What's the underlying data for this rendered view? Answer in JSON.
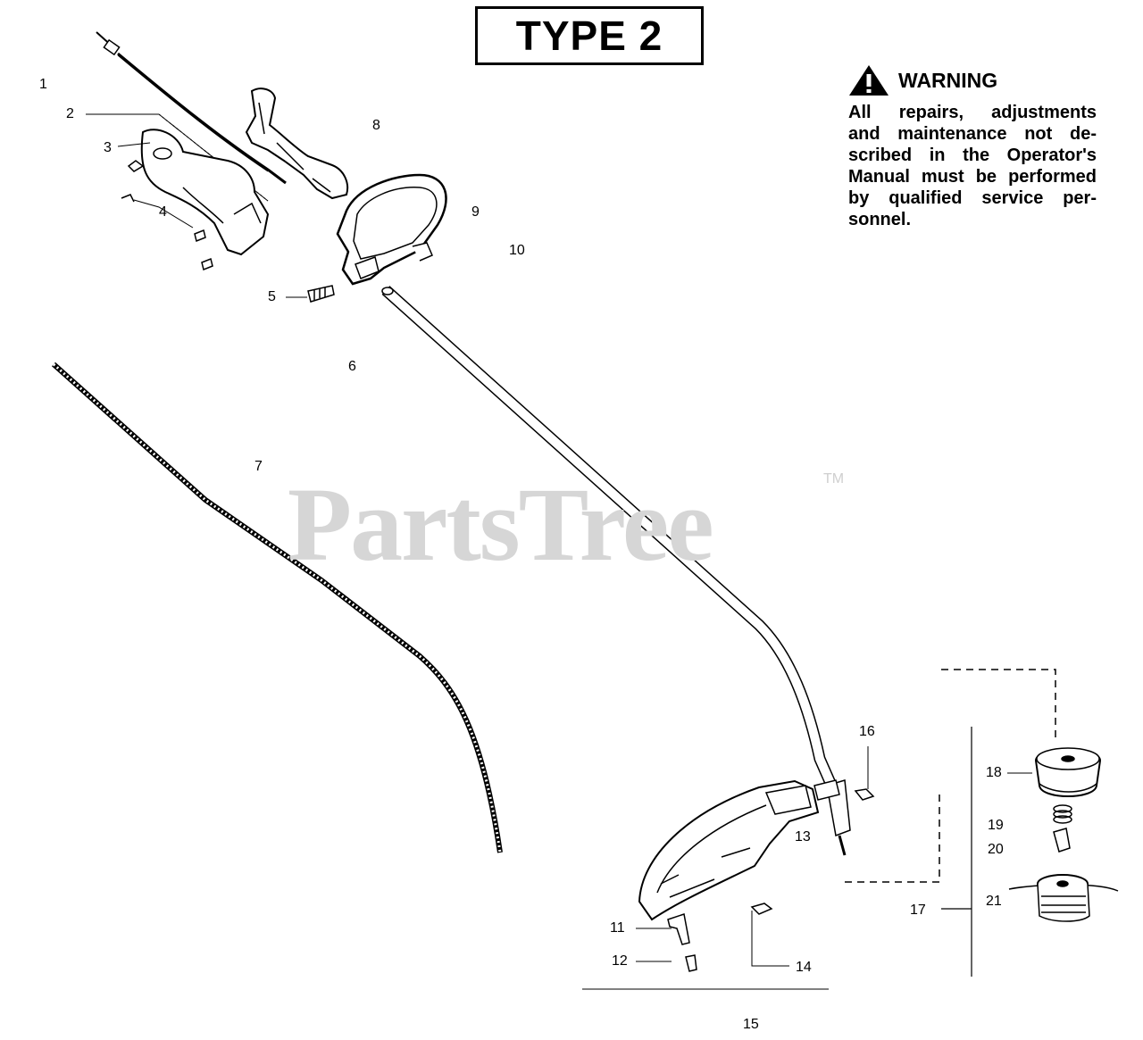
{
  "header": {
    "type_label": "TYPE 2"
  },
  "warning": {
    "title": "WARNING",
    "lines": [
      "All repairs, adjustments",
      "and maintenance not de-",
      "scribed in the Operator's",
      "Manual must be performed",
      "by qualified service per-",
      "sonnel."
    ]
  },
  "watermark": {
    "text": "PartsTree",
    "tm": "TM"
  },
  "callouts": [
    "1",
    "2",
    "3",
    "4",
    "5",
    "6",
    "7",
    "8",
    "9",
    "10",
    "11",
    "12",
    "13",
    "14",
    "15",
    "16",
    "17",
    "18",
    "19",
    "20",
    "21"
  ],
  "colors": {
    "ink": "#000000",
    "watermark": "#d6d6d6",
    "background": "#ffffff"
  }
}
